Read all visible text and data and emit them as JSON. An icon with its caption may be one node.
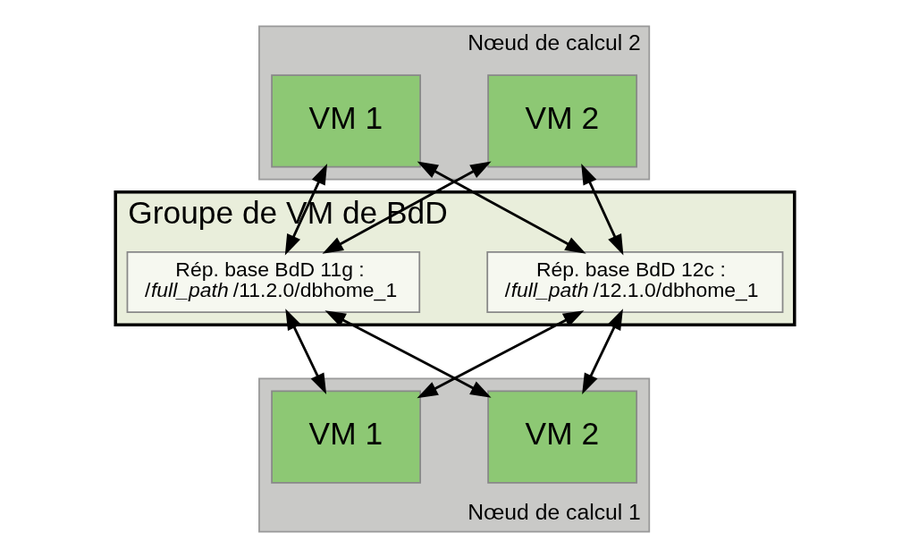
{
  "diagram": {
    "nodes": [
      {
        "text": [
          "Groupe de VM de BdD"
        ]
      },
      {
        "text": [
          "Nœud de calcul 2"
        ]
      },
      {
        "text": [
          "VM 1"
        ],
        "in": 1
      },
      {
        "text": [
          "VM 2"
        ],
        "in": 1
      },
      {
        "text": [
          "Rép. base BdD 11g :",
          "/*full_path*/11.2.0/dbhome_1"
        ],
        "in": 0
      },
      {
        "text": [
          "Rép. base BdD 12c :",
          "/*full_path*/12.1.0/dbhome_1"
        ],
        "in": 0
      },
      {
        "text": [
          "Nœud de calcul 1"
        ]
      },
      {
        "text": [
          "VM 1"
        ],
        "in": 6
      },
      {
        "text": [
          "VM 2"
        ],
        "in": 6
      }
    ],
    "edges": [
      {
        "from": 2,
        "to": 4,
        "arrow": "both"
      },
      {
        "from": 2,
        "to": 5,
        "arrow": "both"
      },
      {
        "from": 3,
        "to": 4,
        "arrow": "both"
      },
      {
        "from": 3,
        "to": 5,
        "arrow": "both"
      },
      {
        "from": 4,
        "to": 7,
        "arrow": "both"
      },
      {
        "from": 4,
        "to": 8,
        "arrow": "both"
      },
      {
        "from": 5,
        "to": 7,
        "arrow": "both"
      },
      {
        "from": 5,
        "to": 8,
        "arrow": "both"
      }
    ]
  }
}
